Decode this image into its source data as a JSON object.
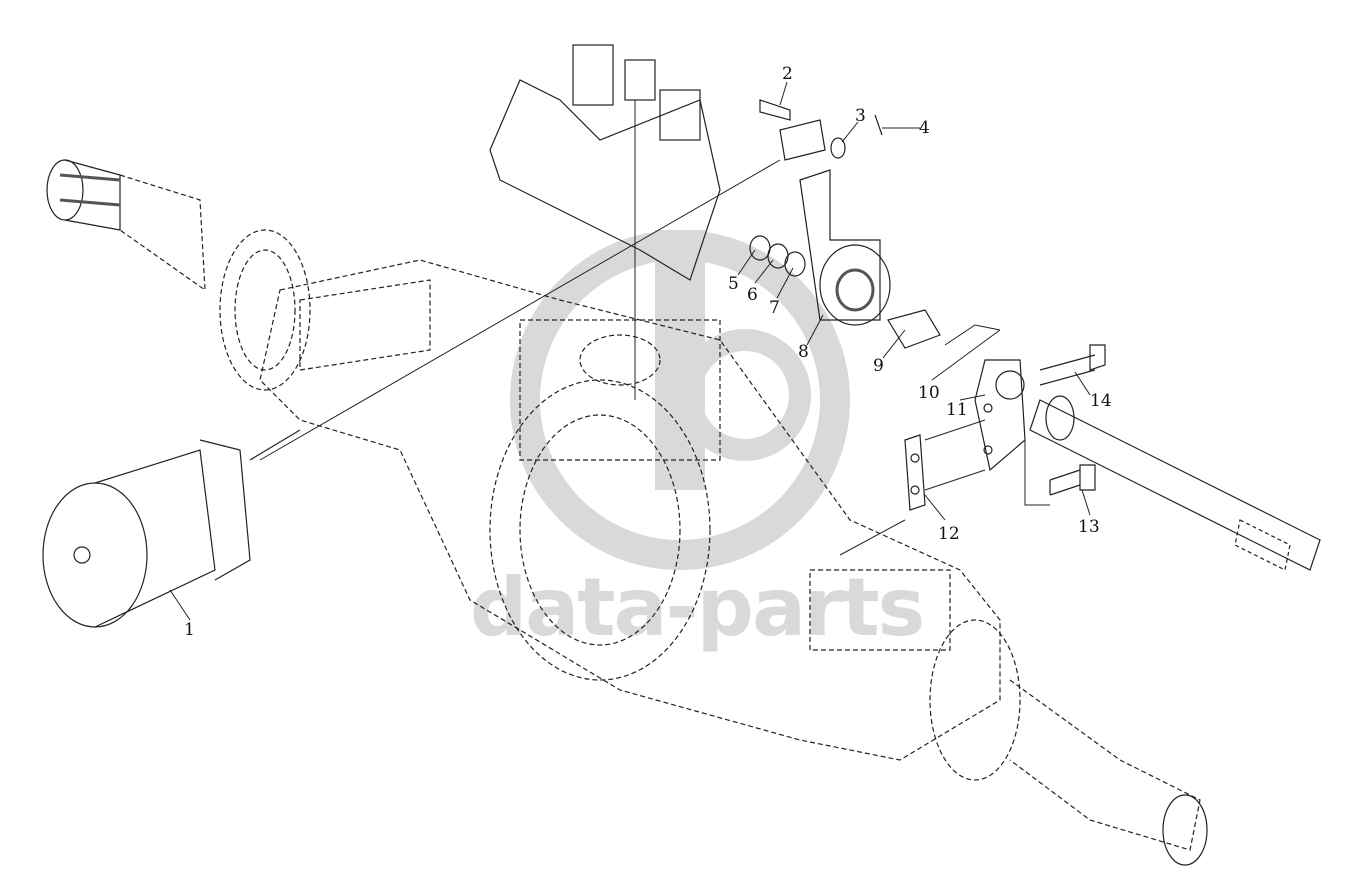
{
  "diagram": {
    "callouts": [
      {
        "id": "1",
        "label": "1"
      },
      {
        "id": "2",
        "label": "2"
      },
      {
        "id": "3",
        "label": "3"
      },
      {
        "id": "4",
        "label": "4"
      },
      {
        "id": "5",
        "label": "5"
      },
      {
        "id": "6",
        "label": "6"
      },
      {
        "id": "7",
        "label": "7"
      },
      {
        "id": "8",
        "label": "8"
      },
      {
        "id": "9",
        "label": "9"
      },
      {
        "id": "10",
        "label": "10"
      },
      {
        "id": "11",
        "label": "11"
      },
      {
        "id": "12",
        "label": "12"
      },
      {
        "id": "13",
        "label": "13"
      },
      {
        "id": "14",
        "label": "14"
      }
    ]
  },
  "watermark": {
    "text": "data-parts",
    "color": "#d9d9d9"
  },
  "colors": {
    "line": "#222222",
    "background": "#ffffff"
  }
}
